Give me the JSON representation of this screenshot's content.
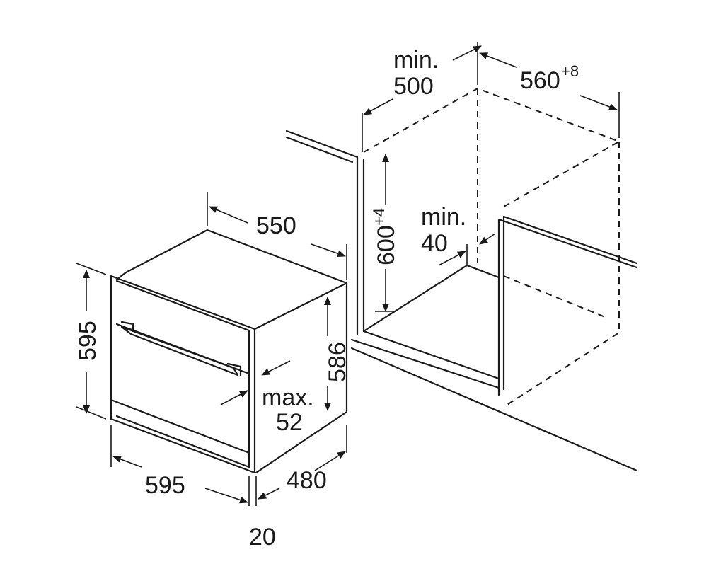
{
  "diagram": {
    "title": "Oven built-in installation dimensions",
    "dimensions": {
      "cabinet_depth_min_label": "min.",
      "cabinet_depth_min_value": "500",
      "cabinet_width_value": "560",
      "cabinet_width_tolerance": "+8",
      "cabinet_height_value": "600",
      "cabinet_height_tolerance": "+4",
      "gap_min_label": "min.",
      "gap_min_value": "40",
      "oven_depth": "550",
      "oven_height": "595",
      "oven_body_height": "586",
      "handle_max_label": "max.",
      "handle_max_value": "52",
      "oven_width": "595",
      "oven_body_depth": "480",
      "front_panel_thickness": "20"
    }
  }
}
